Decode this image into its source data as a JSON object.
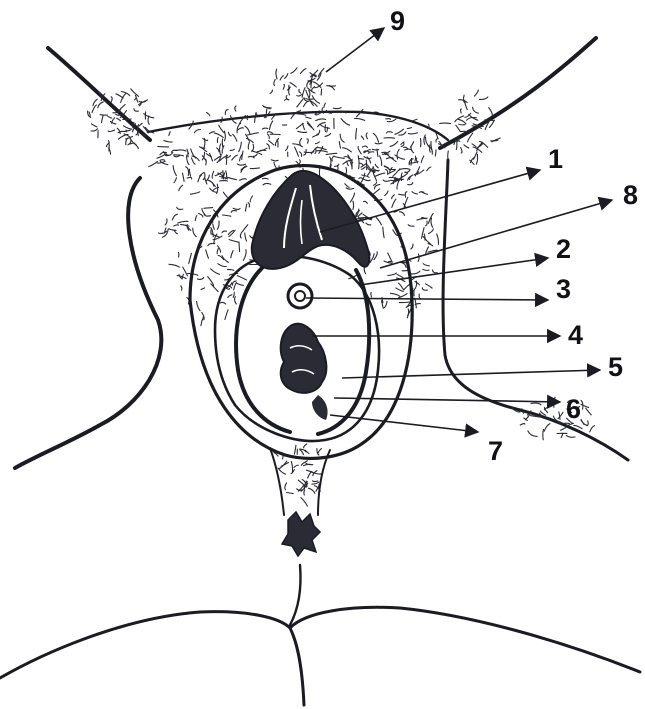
{
  "diagram": {
    "colors": {
      "ink": "#1b1b22",
      "background": "#ffffff",
      "shade": "#2b2b36"
    },
    "callouts": [
      {
        "label": "1"
      },
      {
        "label": "8"
      },
      {
        "label": "2"
      },
      {
        "label": "3"
      },
      {
        "label": "4"
      },
      {
        "label": "5"
      },
      {
        "label": "6"
      },
      {
        "label": "7"
      },
      {
        "label": "9"
      }
    ]
  }
}
